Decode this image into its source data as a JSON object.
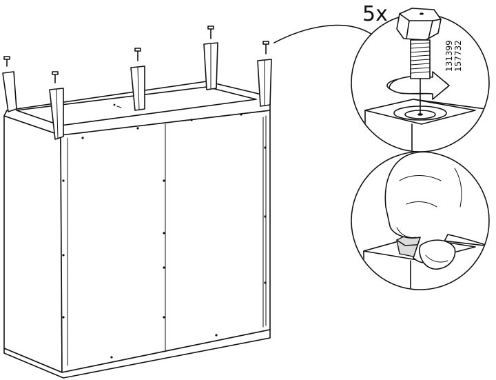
{
  "step": {
    "quantity": "5x",
    "part_numbers": [
      "131399",
      "157732"
    ],
    "icons": [
      "adjustable-foot-icon",
      "rotation-arrow-icon",
      "hand-icon",
      "cabinet-icon"
    ]
  }
}
